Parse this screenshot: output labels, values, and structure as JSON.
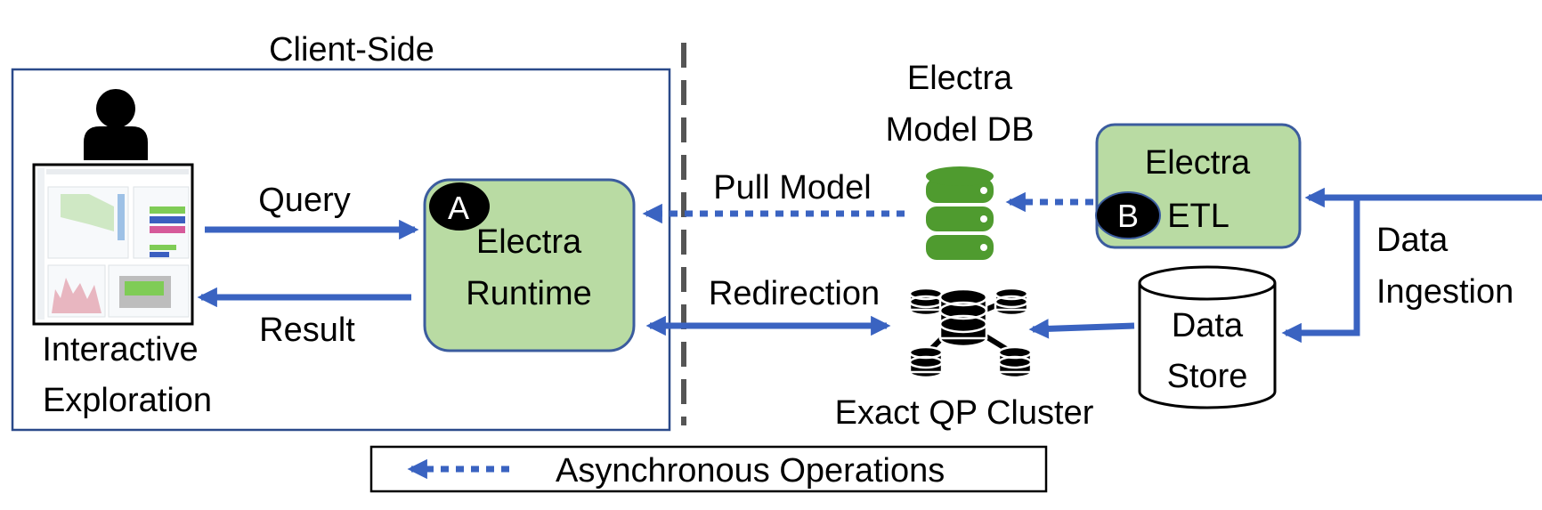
{
  "colors": {
    "arrow": "#3a63c1",
    "box_fill": "#b9dba3",
    "box_stroke": "#3b5c9e",
    "client_border": "#2b4a8a",
    "db_green": "#4f9b2f",
    "divider": "#555555",
    "badge": "#000000"
  },
  "client_side": {
    "title": "Client-Side",
    "exploration_line1": "Interactive",
    "exploration_line2": "Exploration",
    "user_icon": "user-icon",
    "dashboard_icon": "dashboard-screenshot"
  },
  "runtime": {
    "badge": "A",
    "line1": "Electra",
    "line2": "Runtime"
  },
  "arrows": {
    "query": "Query",
    "result": "Result",
    "pull_model": "Pull Model",
    "redirection": "Redirection",
    "data_ingestion_line1": "Data",
    "data_ingestion_line2": "Ingestion"
  },
  "model_db": {
    "line1": "Electra",
    "line2": "Model DB",
    "icon": "database-stack-icon"
  },
  "etl": {
    "badge": "B",
    "line1": "Electra",
    "line2": "ETL"
  },
  "qp_cluster": {
    "label": "Exact QP Cluster",
    "icon": "cluster-icon"
  },
  "data_store": {
    "line1": "Data",
    "line2": "Store"
  },
  "legend": {
    "label": "Asynchronous Operations"
  }
}
